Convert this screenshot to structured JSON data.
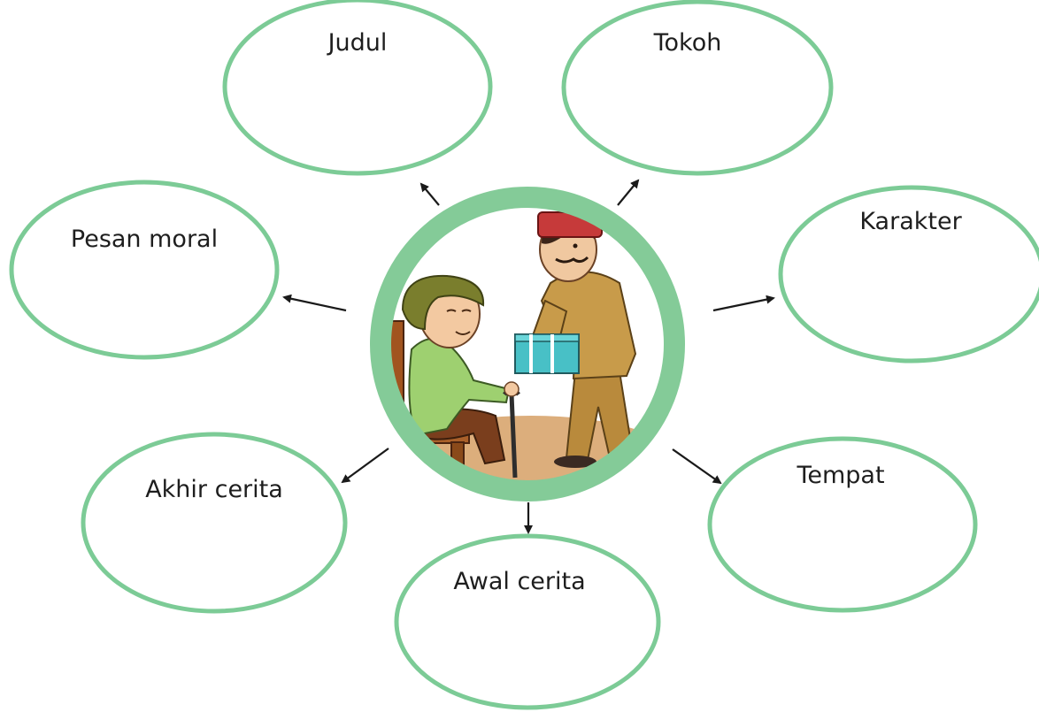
{
  "colors": {
    "bubble_stroke": "#7ccb96",
    "center_ring": "#84cb98",
    "arrow": "#1a1a1a",
    "label_text": "#1e1e1e"
  },
  "center": {
    "illustration": "man-giving-gift-box-to-elderly-woman"
  },
  "nodes": {
    "judul": "Judul",
    "tokoh": "Tokoh",
    "pesan_moral": "Pesan moral",
    "karakter": "Karakter",
    "akhir_cerita": "Akhir cerita",
    "tempat": "Tempat",
    "awal_cerita": "Awal cerita"
  }
}
